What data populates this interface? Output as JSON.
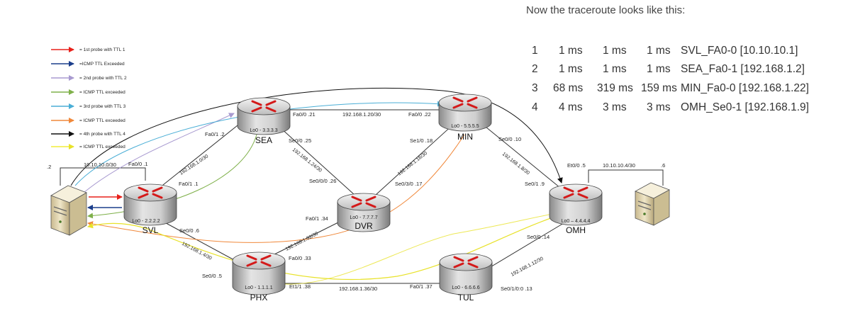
{
  "caption": "Now the traceroute looks like this:",
  "traceroute": [
    {
      "hop": "1",
      "t1": "1 ms",
      "t2": "1 ms",
      "t3": "1 ms",
      "host": "SVL_FA0-0 [10.10.10.1]"
    },
    {
      "hop": "2",
      "t1": "1 ms",
      "t2": "1 ms",
      "t3": "1 ms",
      "host": "SEA_Fa0-1 [192.168.1.2]"
    },
    {
      "hop": "3",
      "t1": "68 ms",
      "t2": "319 ms",
      "t3": "159 ms",
      "host": "MIN_Fa0-0 [192.168.1.22]"
    },
    {
      "hop": "4",
      "t1": "4 ms",
      "t2": "3 ms",
      "t3": "3 ms",
      "host": "OMH_Se0-1 [192.168.1.9]"
    }
  ],
  "legend": [
    {
      "text": "= 1st probe with TTL 1",
      "color": "#e8201a"
    },
    {
      "text": "=ICMP TTL Exceeded",
      "color": "#1c3f8c"
    },
    {
      "text": "= 2nd probe with TTL 2",
      "color": "#a89ad0"
    },
    {
      "text": "= ICMP TTL exceeded",
      "color": "#7fb04a"
    },
    {
      "text": "= 3rd probe with TTL 3",
      "color": "#4aaed6"
    },
    {
      "text": "= ICMP TTL exceeded",
      "color": "#f0883a"
    },
    {
      "text": "= 4th probe with TTL 4",
      "color": "#111111"
    },
    {
      "text": "= ICMP TTL exceeded",
      "color": "#f2ee3a"
    }
  ],
  "routers": {
    "sea": {
      "name": "SEA",
      "lo": "Lo0 - 3.3.3.3"
    },
    "min": {
      "name": "MIN",
      "lo": "Lo0 - 5.5.5.5"
    },
    "svl": {
      "name": "SVL",
      "lo": "Lo0 - 2.2.2.2"
    },
    "dvr": {
      "name": "DVR",
      "lo": "Lo0 - 7.7.7.7"
    },
    "omh": {
      "name": "OMH",
      "lo": "Lo0 – 4.4.4.4"
    },
    "phx": {
      "name": "PHX",
      "lo": "Lo0 - 1.1.1.1"
    },
    "tul": {
      "name": "TUL",
      "lo": "Lo0 - 6.6.6.6"
    }
  },
  "labels": {
    "host_left_ip": ".2",
    "net_left": "10.10.10.0/30",
    "svl_fa00": "Fa0/0  .1",
    "svl_fa01": "Fa0/1  .1",
    "svl_se00": "Se0/0  .6",
    "sea_fa01": "Fa0/1  .2",
    "sea_fa00": "Fa0/0  .21",
    "sea_se00": "Se0/0  .25",
    "net_sea_min": "192.168.1.20/30",
    "min_fa00": "Fa0/0  .22",
    "min_se10": "Se1/0  .18",
    "min_se00": "Se0/0  .10",
    "net_svl_sea": "192.168.1.0/30",
    "net_sea_dvr": "192.168.1.24/30",
    "dvr_se000": "Se0/0/0  .26",
    "net_dvr_min": "192.168.1.16/30",
    "dvr_se30": "Se0/3/0  .17",
    "net_min_omh": "192.168.1.8/30",
    "omh_e00": "Et0/0  .5",
    "net_right": "10.10.10.4/30",
    "host_right_ip": ".6",
    "omh_se01": "Se0/1  .9",
    "dvr_fa01": "Fa0/1  .34",
    "net_phx_dvr": "192.168.1.32/30",
    "phx_fa00": "Fa0/0  .33",
    "net_svl_phx": "192.168.1.4/30",
    "phx_se00": "Se0/0  .5",
    "phx_e11": "Et1/1  .38",
    "net_phx_tul": "192.168.1.36/30",
    "tul_fa01": "Fa0/1  .37",
    "omh_se00": "Se0/0  .14",
    "net_tul_omh": "192.168.1.12/30",
    "tul_se010": "Se0/1/0:0  .13"
  }
}
